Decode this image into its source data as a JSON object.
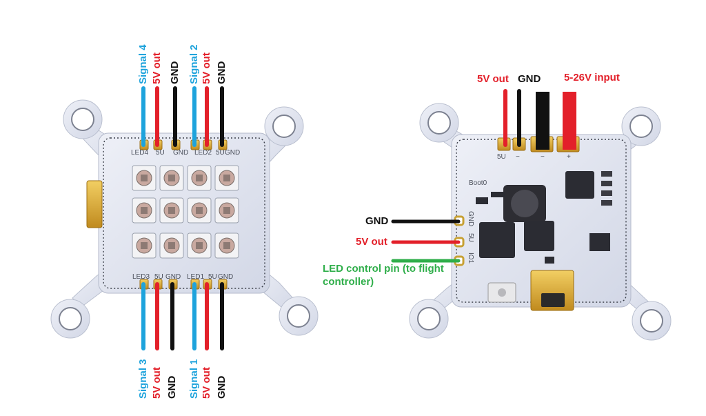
{
  "colors": {
    "signal": "#1ea3dc",
    "power": "#e3202a",
    "ground": "#111111",
    "control": "#2fae4a",
    "board": "#dfe3ef",
    "pad": "#d9a62a"
  },
  "left_board": {
    "silk_top": [
      "LED4",
      "5U",
      "GND",
      "LED2",
      "5U",
      "GND"
    ],
    "silk_bottom": [
      "LED3",
      "5U",
      "GND",
      "LED1",
      "5U",
      "GND"
    ],
    "wires_top": [
      {
        "label": "Signal 4",
        "color": "signal"
      },
      {
        "label": "5V out",
        "color": "power"
      },
      {
        "label": "GND",
        "color": "ground"
      },
      {
        "label": "Signal 2",
        "color": "signal"
      },
      {
        "label": "5V out",
        "color": "power"
      },
      {
        "label": "GND",
        "color": "ground"
      }
    ],
    "wires_bottom": [
      {
        "label": "Signal 3",
        "color": "signal"
      },
      {
        "label": "5V out",
        "color": "power"
      },
      {
        "label": "GND",
        "color": "ground"
      },
      {
        "label": "Signal 1",
        "color": "signal"
      },
      {
        "label": "5V out",
        "color": "power"
      },
      {
        "label": "GND",
        "color": "ground"
      }
    ]
  },
  "right_board": {
    "silk_boot": "Boot0",
    "silk_top_pads": [
      "5U",
      "−",
      "−",
      "+"
    ],
    "silk_side": [
      "GND",
      "5U",
      "IO1"
    ],
    "top_labels": {
      "five_v": "5V out",
      "gnd": "GND",
      "input": "5-26V input"
    },
    "side_labels": {
      "gnd": "GND",
      "five_v": "5V out",
      "led_line1": "LED control pin (to flight",
      "led_line2": "controller)"
    }
  }
}
